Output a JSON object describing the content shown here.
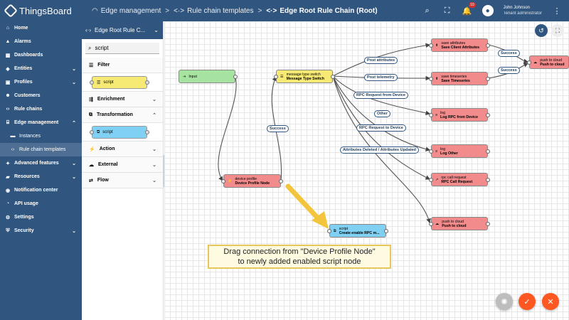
{
  "app": {
    "name": "ThingsBoard"
  },
  "breadcrumbs": [
    {
      "label": "Edge management"
    },
    {
      "label": "Rule chain templates"
    },
    {
      "label": "Edge Root Rule Chain (Root)"
    }
  ],
  "user": {
    "name": "John Johnson",
    "role": "Tenant administrator",
    "notifications": "10"
  },
  "sidebar": {
    "items": [
      {
        "label": "Home"
      },
      {
        "label": "Alarms"
      },
      {
        "label": "Dashboards"
      },
      {
        "label": "Entities"
      },
      {
        "label": "Profiles"
      },
      {
        "label": "Customers"
      },
      {
        "label": "Rule chains"
      },
      {
        "label": "Edge management"
      },
      {
        "label": "Instances"
      },
      {
        "label": "Rule chain templates"
      },
      {
        "label": "Advanced features"
      },
      {
        "label": "Resources"
      },
      {
        "label": "Notification center"
      },
      {
        "label": "API usage"
      },
      {
        "label": "Settings"
      },
      {
        "label": "Security"
      }
    ]
  },
  "library": {
    "chain_select": "Edge Root Rule C...",
    "search_value": "script",
    "categories": [
      {
        "label": "Filter"
      },
      {
        "label": "Enrichment"
      },
      {
        "label": "Transformation"
      },
      {
        "label": "Action"
      },
      {
        "label": "External"
      },
      {
        "label": "Flow"
      }
    ],
    "filter_node": "script",
    "transform_node": "script"
  },
  "nodes": {
    "input": {
      "type": "Input",
      "name": ""
    },
    "switch": {
      "type": "message type switch",
      "name": "Message Type Switch"
    },
    "profile": {
      "type": "device profile",
      "name": "Device Profile Node"
    },
    "save_attr": {
      "type": "save attributes",
      "name": "Save Client Attributes"
    },
    "save_ts": {
      "type": "save timeseries",
      "name": "Save Timeseries"
    },
    "log_rpc": {
      "type": "log",
      "name": "Log RPC from Device"
    },
    "log_other": {
      "type": "log",
      "name": "Log Other"
    },
    "rpc_call": {
      "type": "rpc call request",
      "name": "RPC Call Request"
    },
    "push1": {
      "type": "push to cloud",
      "name": "Push to cloud"
    },
    "push2": {
      "type": "push to cloud",
      "name": "Push to cloud"
    },
    "script": {
      "type": "script",
      "name": "Create enable RPC m..."
    }
  },
  "links": {
    "post_attributes": "Post attributes",
    "post_telemetry": "Post telemetry",
    "rpc_from_device": "RPC Request from Device",
    "other": "Other",
    "rpc_to_device": "RPC Request to Device",
    "attr_deleted": "Attributes Deleted / Attributes Updated",
    "success1": "Success",
    "success2": "Success",
    "success3": "Success"
  },
  "tooltip": {
    "line1": "Drag connection from \"Device Profile Node\"",
    "line2": "to newly added enabled script node"
  },
  "colors": {
    "primary": "#305680",
    "accent": "#ff5722",
    "arrow": "#f2c53d"
  }
}
